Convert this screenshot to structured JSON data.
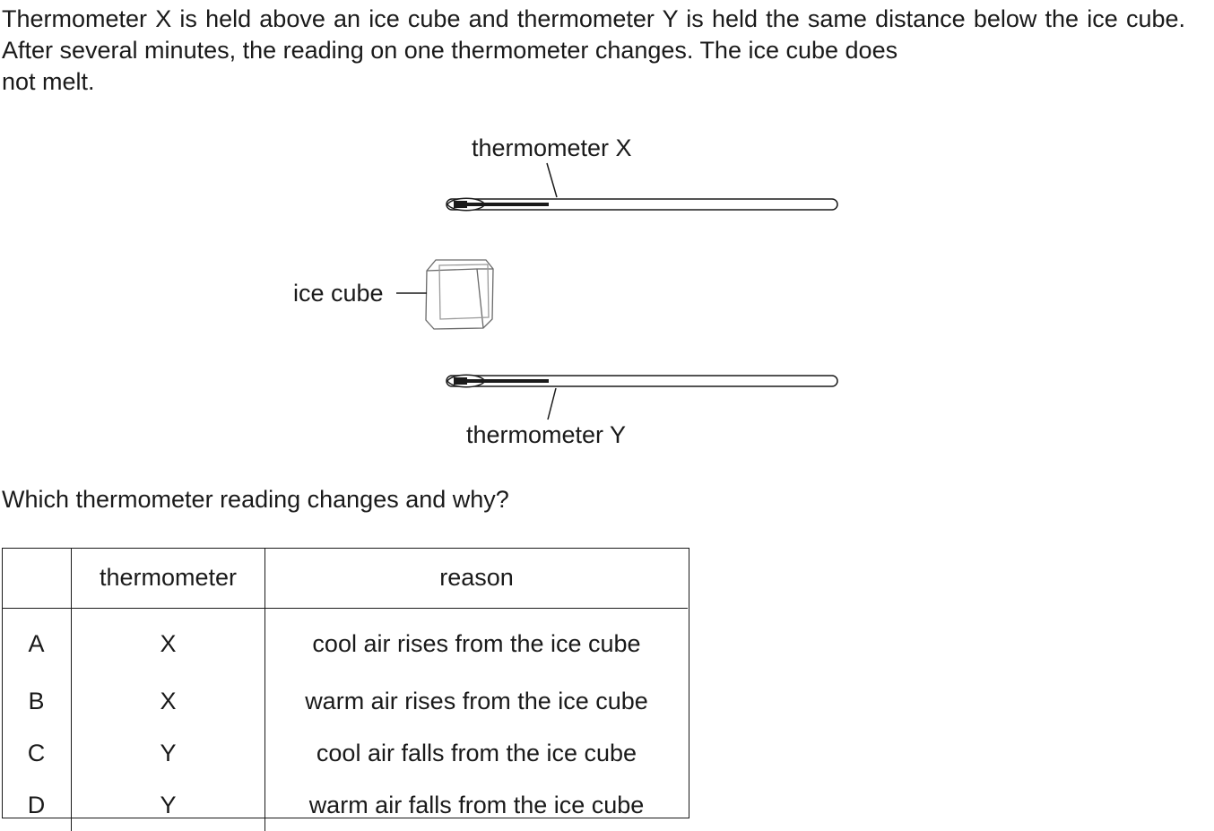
{
  "intro": {
    "line1": "Thermometer X is held above an ice cube and thermometer Y is held the same distance below the ice cube. After several minutes, the reading on one thermometer changes. The ice cube does",
    "line2": "not melt."
  },
  "diagram": {
    "label_thermometer_x": "thermometer X",
    "label_ice_cube": "ice cube",
    "label_thermometer_y": "thermometer Y"
  },
  "question": "Which thermometer reading changes and why?",
  "table": {
    "headers": [
      "",
      "thermometer",
      "reason"
    ],
    "rows": [
      {
        "option": "A",
        "thermometer": "X",
        "reason": "cool air rises from the ice cube"
      },
      {
        "option": "B",
        "thermometer": "X",
        "reason": "warm air rises from the ice cube"
      },
      {
        "option": "C",
        "thermometer": "Y",
        "reason": "cool air falls from the ice cube"
      },
      {
        "option": "D",
        "thermometer": "Y",
        "reason": "warm air falls from the ice cube"
      }
    ]
  }
}
